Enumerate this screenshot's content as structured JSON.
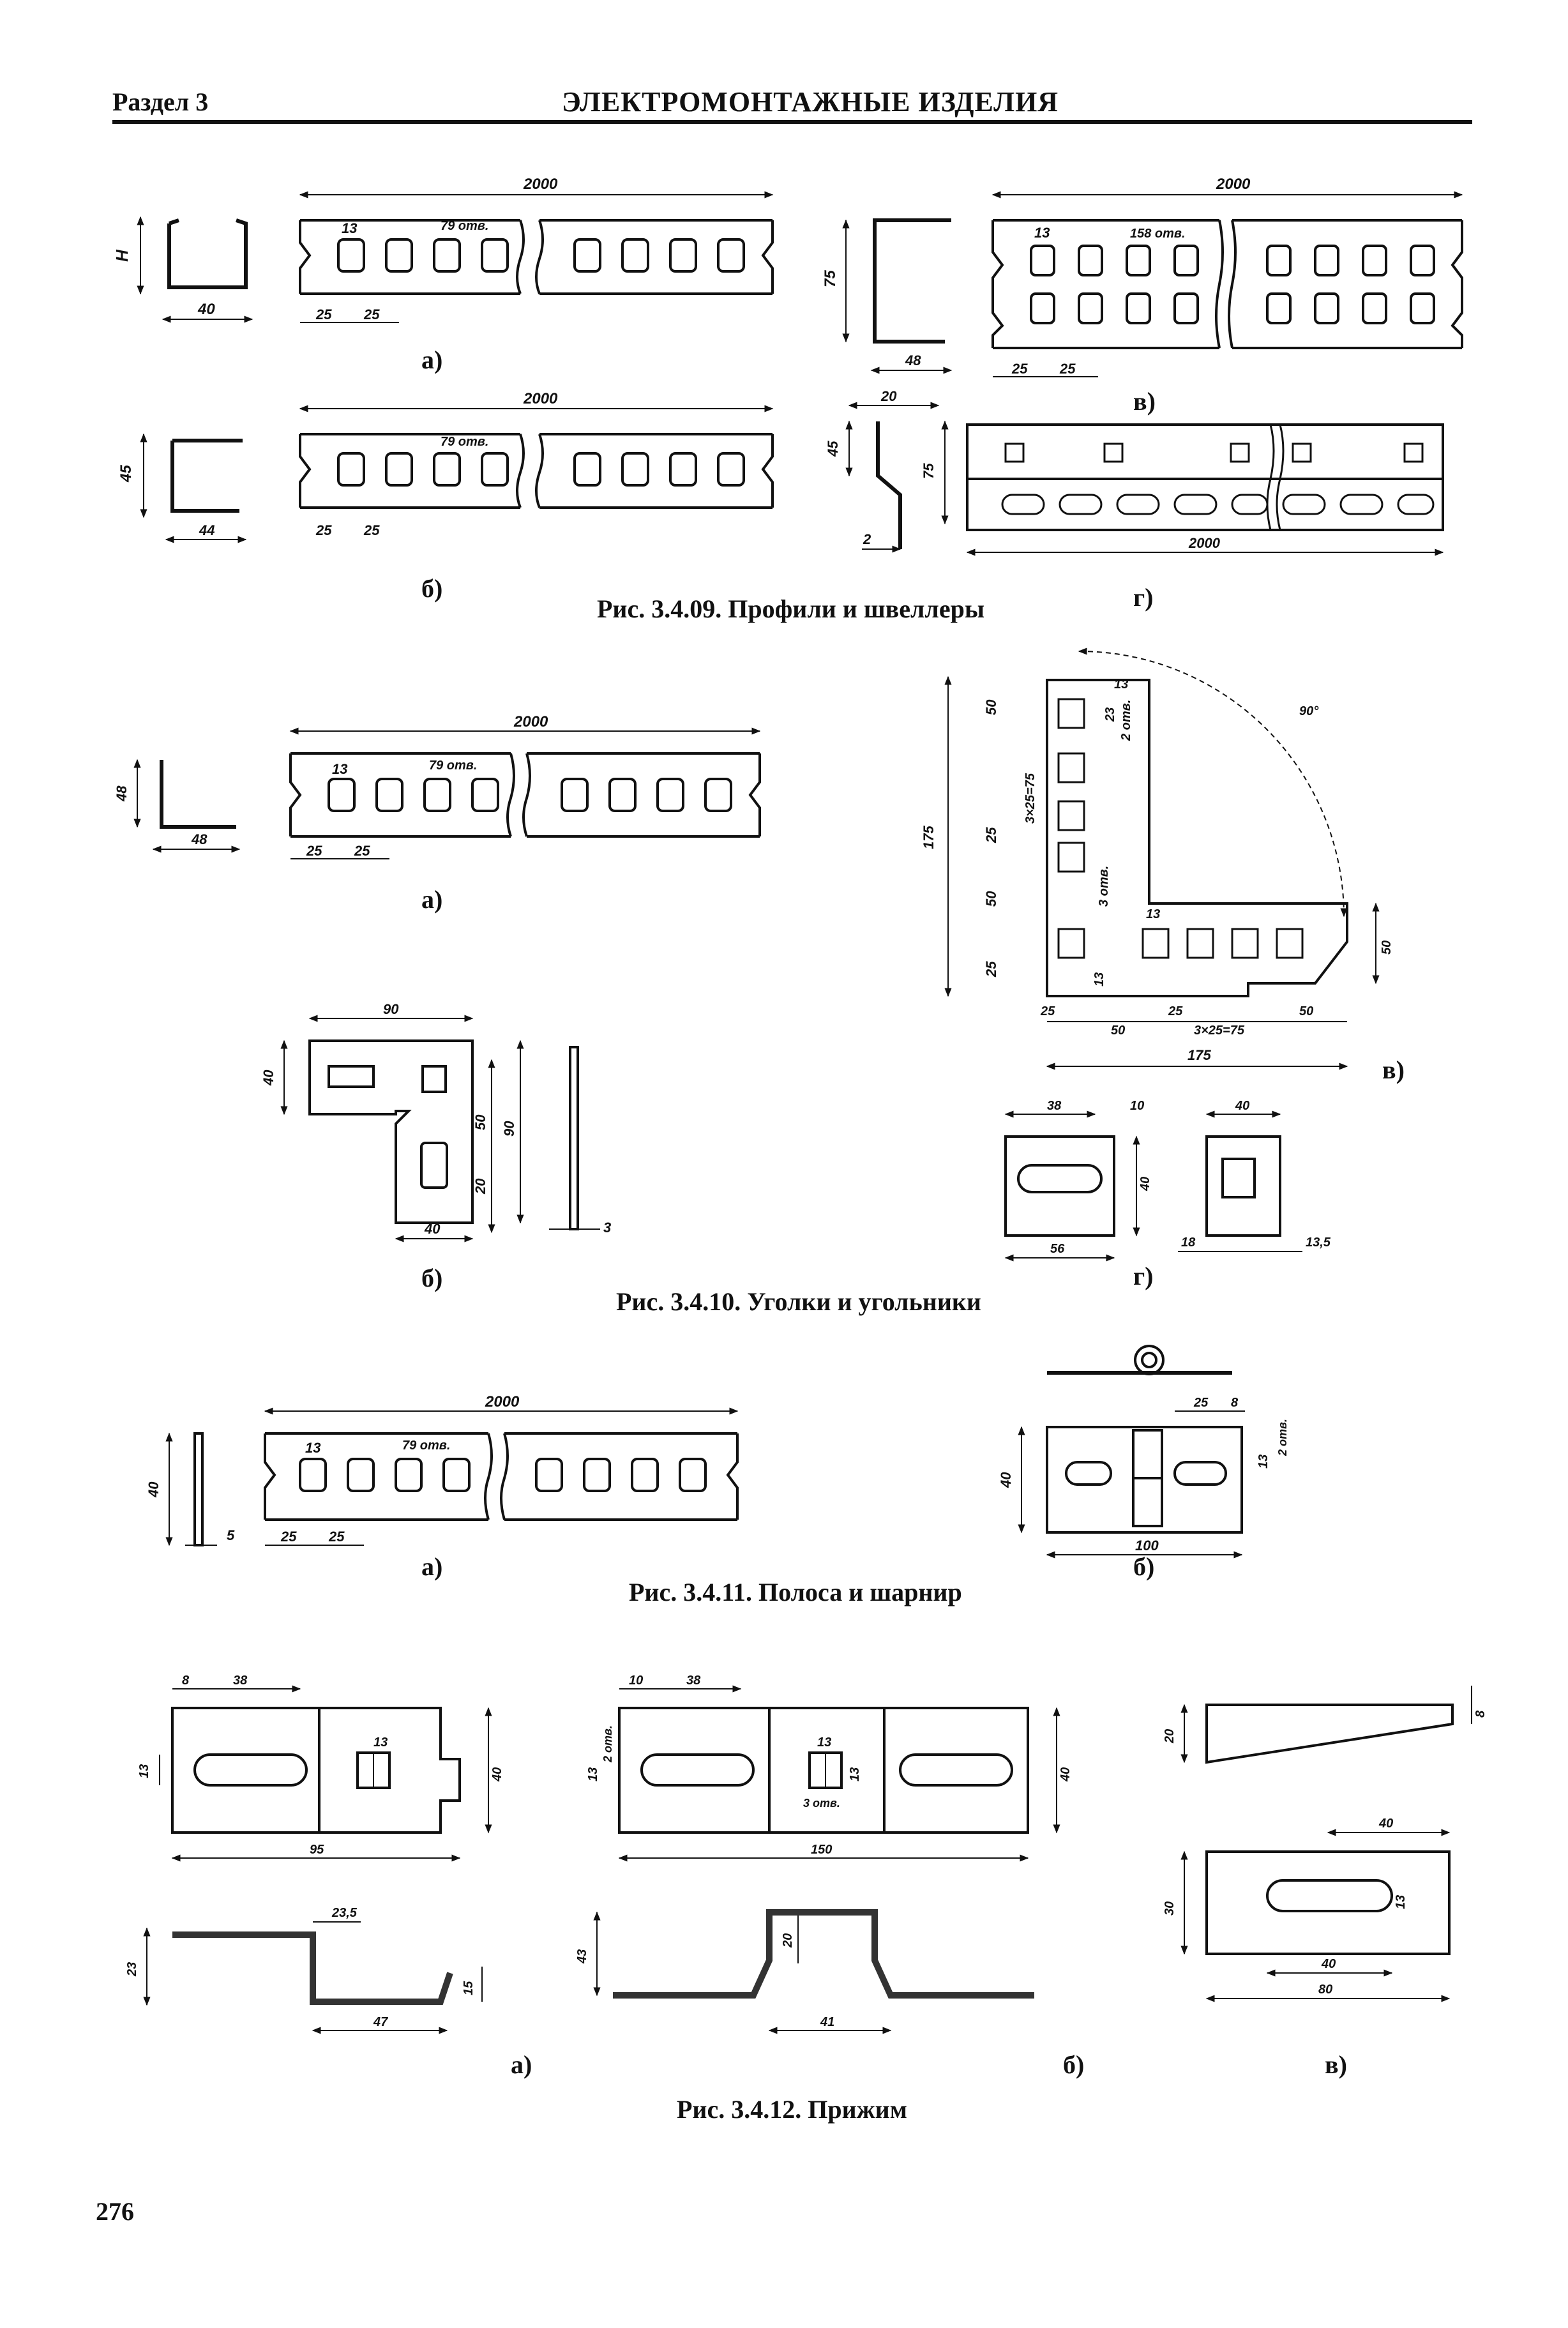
{
  "header": {
    "section": "Раздел 3",
    "title": "ЭЛЕКТРОМОНТАЖНЫЕ ИЗДЕЛИЯ"
  },
  "page_number": "276",
  "figures": {
    "f09": {
      "caption": "Рис. 3.4.09. Профили и швеллеры",
      "labels": [
        "а)",
        "б)",
        "в)",
        "г)"
      ],
      "dims": {
        "len": "2000",
        "h": "H",
        "w40": "40",
        "w44": "44",
        "h45": "45",
        "w48": "48",
        "h75": "75",
        "h75b": "75",
        "s13": "13",
        "s13b": "13",
        "p25a": "25",
        "p25b": "25",
        "holes79": "79 отв.",
        "holes158": "158 отв.",
        "w20": "20",
        "t2": "2"
      }
    },
    "f10": {
      "caption": "Рис. 3.4.10. Уголки и угольники",
      "labels": [
        "а)",
        "б)",
        "в)",
        "г)"
      ],
      "dims": {
        "len": "2000",
        "h48": "48",
        "w48": "48",
        "s13": "13",
        "s13b": "13",
        "p25a": "25",
        "p25b": "25",
        "holes79": "79 отв.",
        "w90": "90",
        "h40": "40",
        "h50": "50",
        "h90": "90",
        "h20": "20",
        "w40": "40",
        "t3": "3",
        "d175": "175",
        "d175b": "175",
        "d50": "50",
        "d25": "25",
        "d3x25": "3×25=75",
        "holes3": "3 отв.",
        "holes2": "2 отв.",
        "d23": "23",
        "a90": "90°",
        "g38": "38",
        "g10": "10",
        "g56": "56",
        "g40": "40",
        "g18": "18",
        "g135": "13,5"
      }
    },
    "f11": {
      "caption": "Рис. 3.4.11. Полоса и шарнир",
      "labels": [
        "а)",
        "б)"
      ],
      "dims": {
        "len": "2000",
        "h40": "40",
        "t5": "5",
        "s13": "13",
        "p25a": "25",
        "p25b": "25",
        "holes79": "79 отв.",
        "w100": "100",
        "d25": "25",
        "d8": "8",
        "holes2": "2 отв."
      }
    },
    "f12": {
      "caption": "Рис. 3.4.12. Прижим",
      "labels": [
        "а)",
        "б)",
        "в)"
      ],
      "dims": {
        "d8": "8",
        "d38": "38",
        "d13": "13",
        "h40": "40",
        "w95": "95",
        "d235": "23,5",
        "d23": "23",
        "d15": "15",
        "d47": "47",
        "d10": "10",
        "w150": "150",
        "h43": "43",
        "d20": "20",
        "d41": "41",
        "holes2": "2 отв.",
        "holes3": "3 отв.",
        "v20": "20",
        "v8": "8",
        "v30": "30",
        "v40": "40",
        "v80": "80"
      }
    }
  }
}
